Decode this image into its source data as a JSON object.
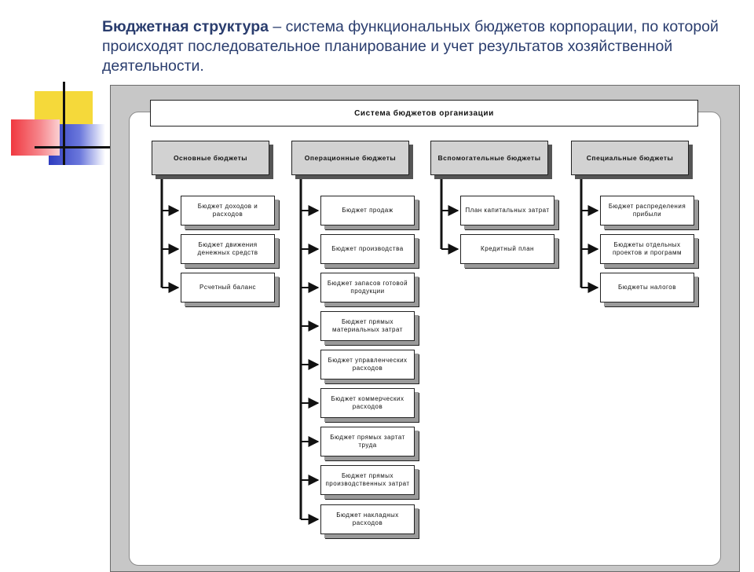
{
  "header": {
    "title_bold": "Бюджетная структура",
    "title_rest": " – система функциональных бюджетов корпорации, по которой происходят последовательное планирование и учет результатов хозяйственной деятельности."
  },
  "diagram": {
    "root": "Система бюджетов организации",
    "columns": [
      {
        "header": "Основные бюджеты",
        "items": [
          "Бюджет доходов и расходов",
          "Бюджет движения денежных средств",
          "Рсчетный баланс"
        ]
      },
      {
        "header": "Операционные бюджеты",
        "items": [
          "Бюджет продаж",
          "Бюджет производства",
          "Бюджет запасов готовой продукции",
          "Бюджет прямых материальных затрат",
          "Бюджет управленческих расходов",
          "Бюджет коммерческих расходов",
          "Бюджет прямых зартат труда",
          "Бюджет прямых производственных затрат",
          "Бюджет накладных расходов"
        ]
      },
      {
        "header": "Вспомогательные бюджеты",
        "items": [
          "План капитальных затрат",
          "Кредитный план"
        ]
      },
      {
        "header": "Специальные бюджеты",
        "items": [
          "Бюджет распределения прибыли",
          "Бюджеты отдельных проектов и программ",
          "Бюджеты налогов"
        ]
      }
    ]
  },
  "colors": {
    "title_text": "#2a3d6e",
    "frame": "#c7c7c7",
    "header_fill": "#d2d2d2",
    "deco_yellow": "#f5d93a",
    "deco_red": "#f0404a",
    "deco_blue": "#3846c8"
  }
}
